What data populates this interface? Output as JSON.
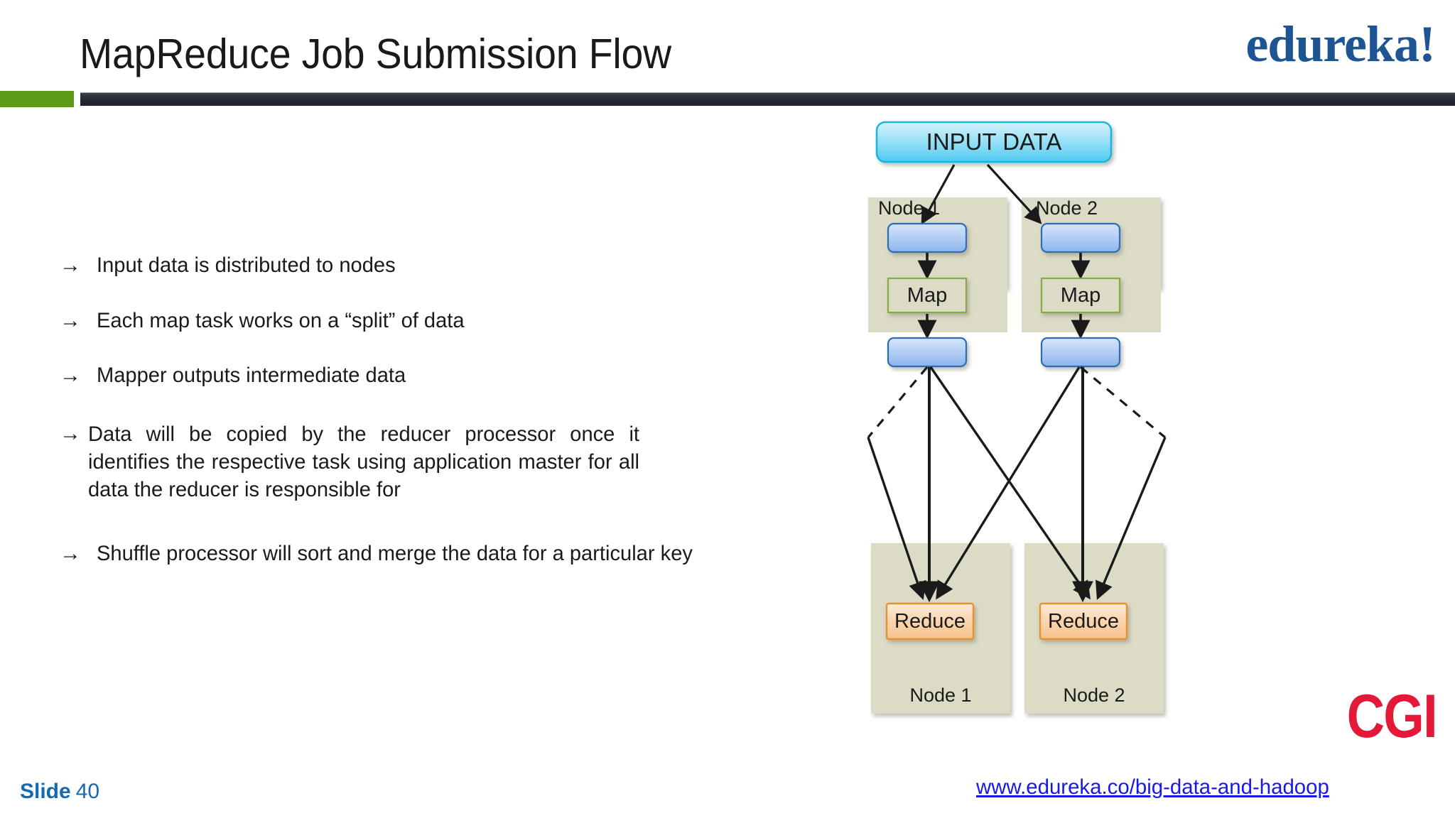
{
  "header": {
    "title": "MapReduce Job Submission Flow",
    "brand": "edureka!",
    "rule_green_color": "#5B9B15",
    "rule_dark_color": "#2E323C",
    "brand_color": "#1D5593"
  },
  "bullets": [
    {
      "marker": "→",
      "text": "Input data is distributed to nodes"
    },
    {
      "marker": "→",
      "text": "Each map task works on a “split” of data"
    },
    {
      "marker": "→",
      "text": "Mapper outputs intermediate data"
    },
    {
      "marker": "→",
      "text": "Data will be copied by the reducer processor once it identifies the respective task using application master for all data the reducer is responsible for"
    },
    {
      "marker": "→",
      "text": "Shuffle processor will sort and merge the data for a particular key"
    }
  ],
  "diagram": {
    "input_box": {
      "label": "INPUT DATA",
      "fill_top": "#CFEFFB",
      "fill_bottom": "#56CCF2",
      "border": "#19B5E8"
    },
    "panel_color": "#DCDBC6",
    "nodes": [
      {
        "top_label": "Node 1",
        "bottom_label": "Node 1",
        "map_label": "Map",
        "reduce_label": "Reduce"
      },
      {
        "top_label": "Node 2",
        "bottom_label": "Node 2",
        "map_label": "Map",
        "reduce_label": "Reduce"
      }
    ],
    "split_box": {
      "fill_top": "#CFE0FA",
      "fill_bottom": "#8FB6EC",
      "border": "#2E6CB8"
    },
    "map_box": {
      "fill": "#DCDBC6",
      "border": "#85AA46"
    },
    "reduce_box": {
      "fill_top": "#FCE3C8",
      "fill_bottom": "#F8C896",
      "border": "#E8922E"
    },
    "arrow_color": "#1a1a1a"
  },
  "footer": {
    "slide_label": "Slide",
    "slide_number": "40",
    "url": "www.edureka.co/big-data-and-hadoop",
    "url_color": "#1818E8",
    "partner_logo": "CGI",
    "partner_color": "#E31937",
    "slide_number_color": "#1569B0"
  }
}
